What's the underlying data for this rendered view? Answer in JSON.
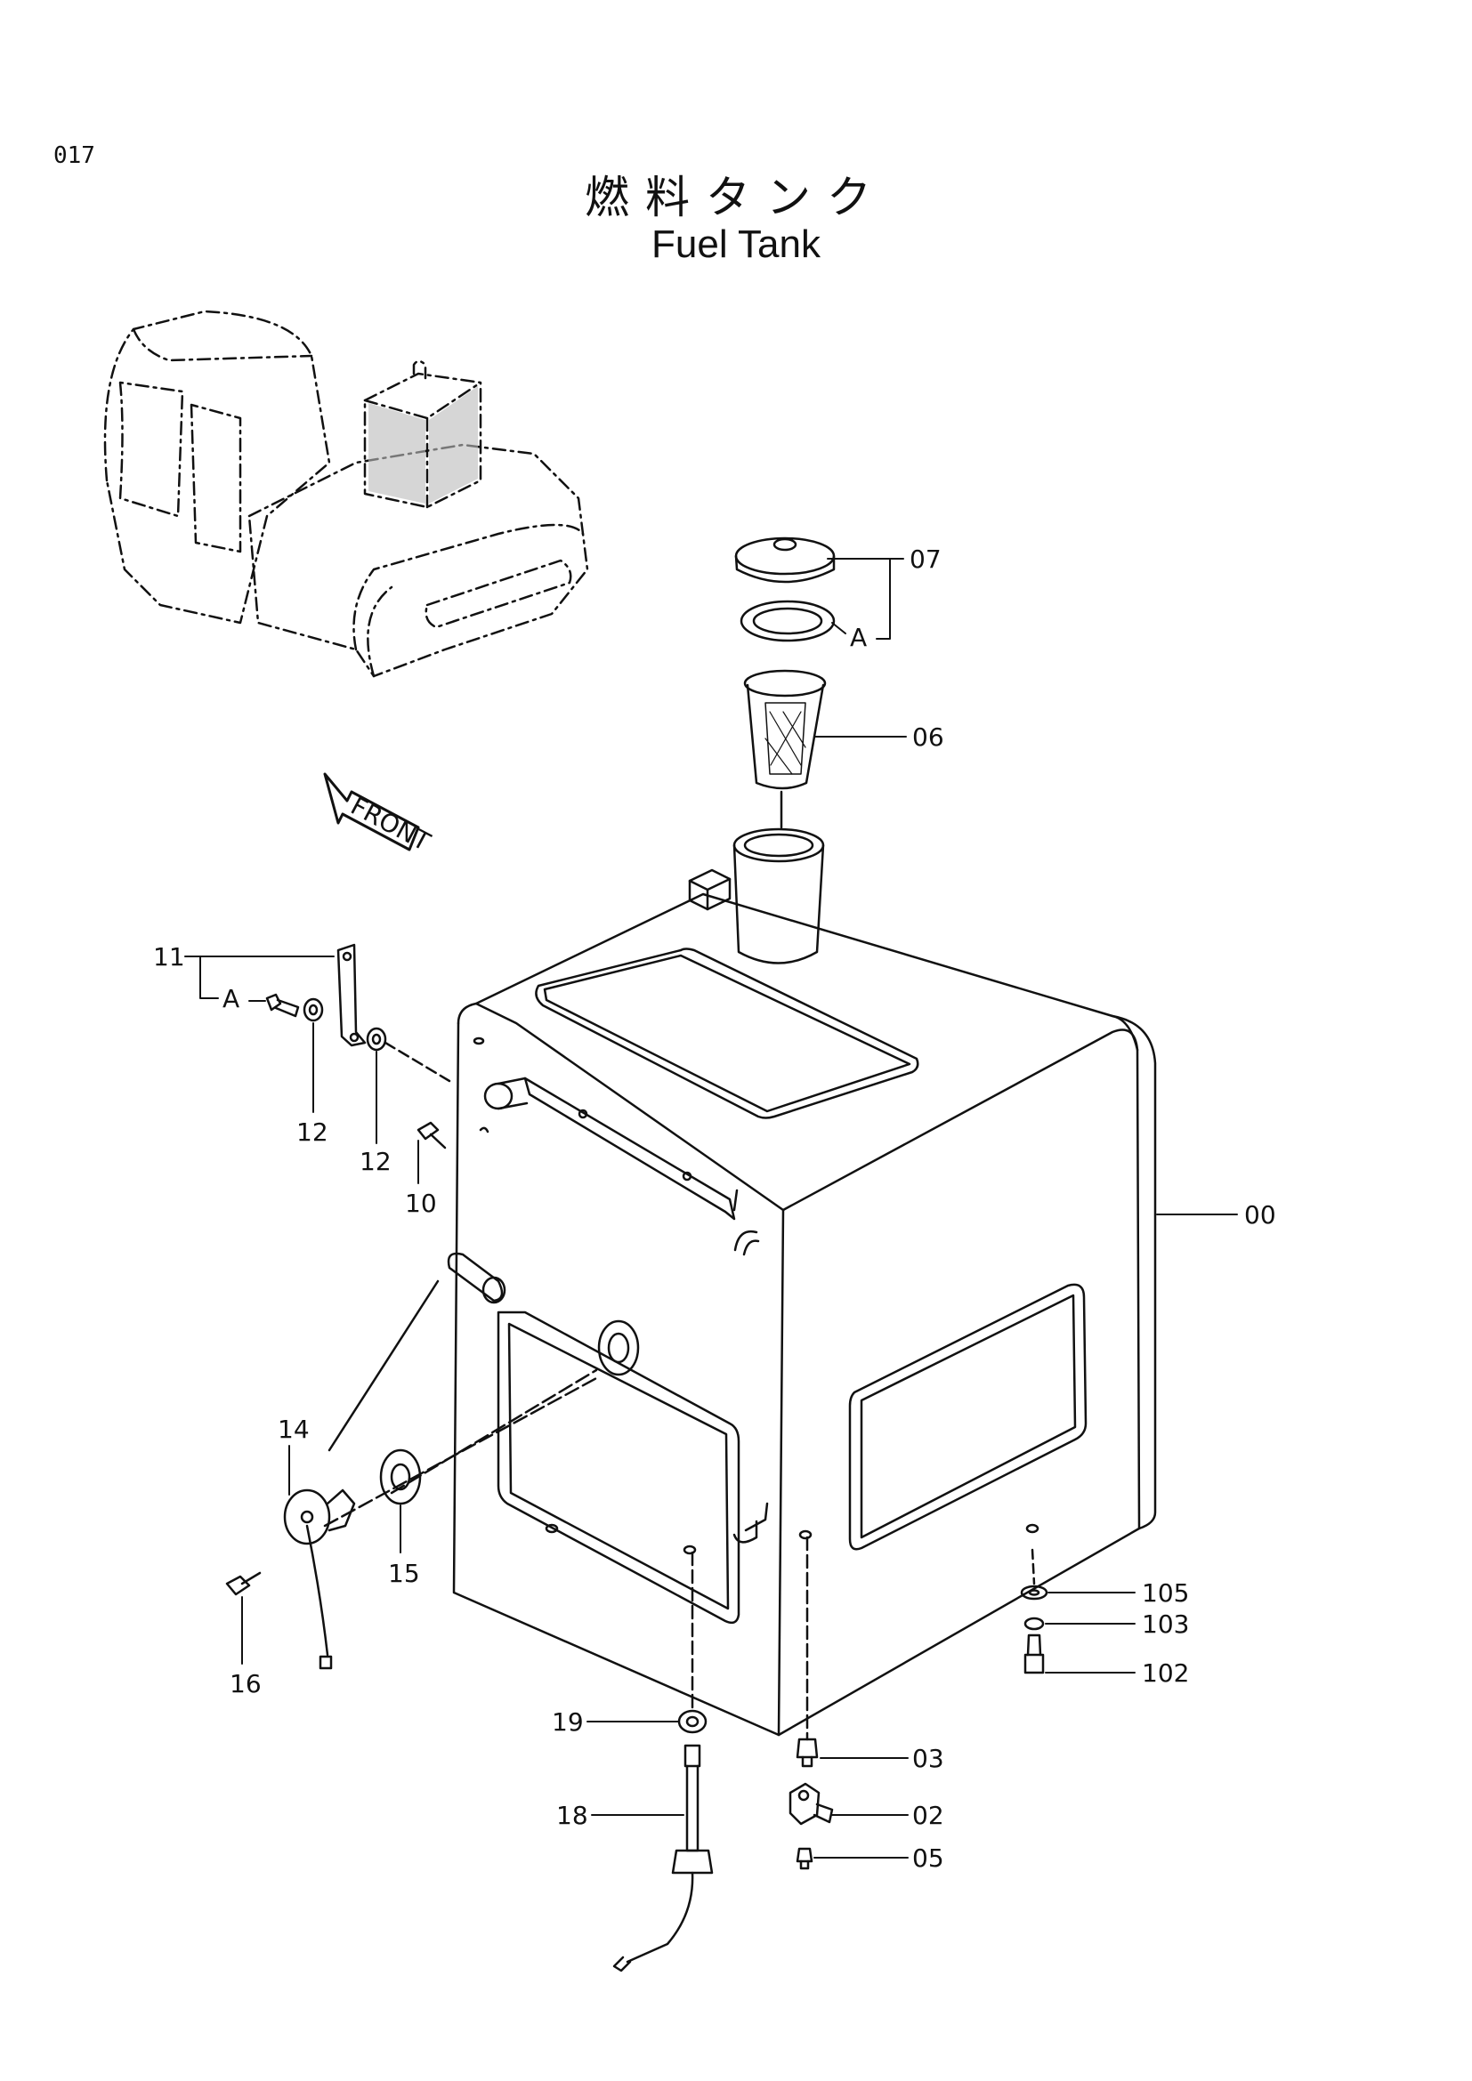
{
  "page": {
    "number": "017",
    "title_jp": "燃料タンク",
    "title_en": "Fuel Tank"
  },
  "front_label": "FRONT",
  "callouts": [
    {
      "id": "c07",
      "label": "07"
    },
    {
      "id": "cA1",
      "label": "A"
    },
    {
      "id": "c06",
      "label": "06"
    },
    {
      "id": "c11",
      "label": "11"
    },
    {
      "id": "cA2",
      "label": "A"
    },
    {
      "id": "c12a",
      "label": "12"
    },
    {
      "id": "c12b",
      "label": "12"
    },
    {
      "id": "c10",
      "label": "10"
    },
    {
      "id": "c00",
      "label": "00"
    },
    {
      "id": "c14",
      "label": "14"
    },
    {
      "id": "c15",
      "label": "15"
    },
    {
      "id": "c16",
      "label": "16"
    },
    {
      "id": "c105",
      "label": "105"
    },
    {
      "id": "c103",
      "label": "103"
    },
    {
      "id": "c102",
      "label": "102"
    },
    {
      "id": "c19",
      "label": "19"
    },
    {
      "id": "c03",
      "label": "03"
    },
    {
      "id": "c18",
      "label": "18"
    },
    {
      "id": "c02",
      "label": "02"
    },
    {
      "id": "c05",
      "label": "05"
    }
  ]
}
